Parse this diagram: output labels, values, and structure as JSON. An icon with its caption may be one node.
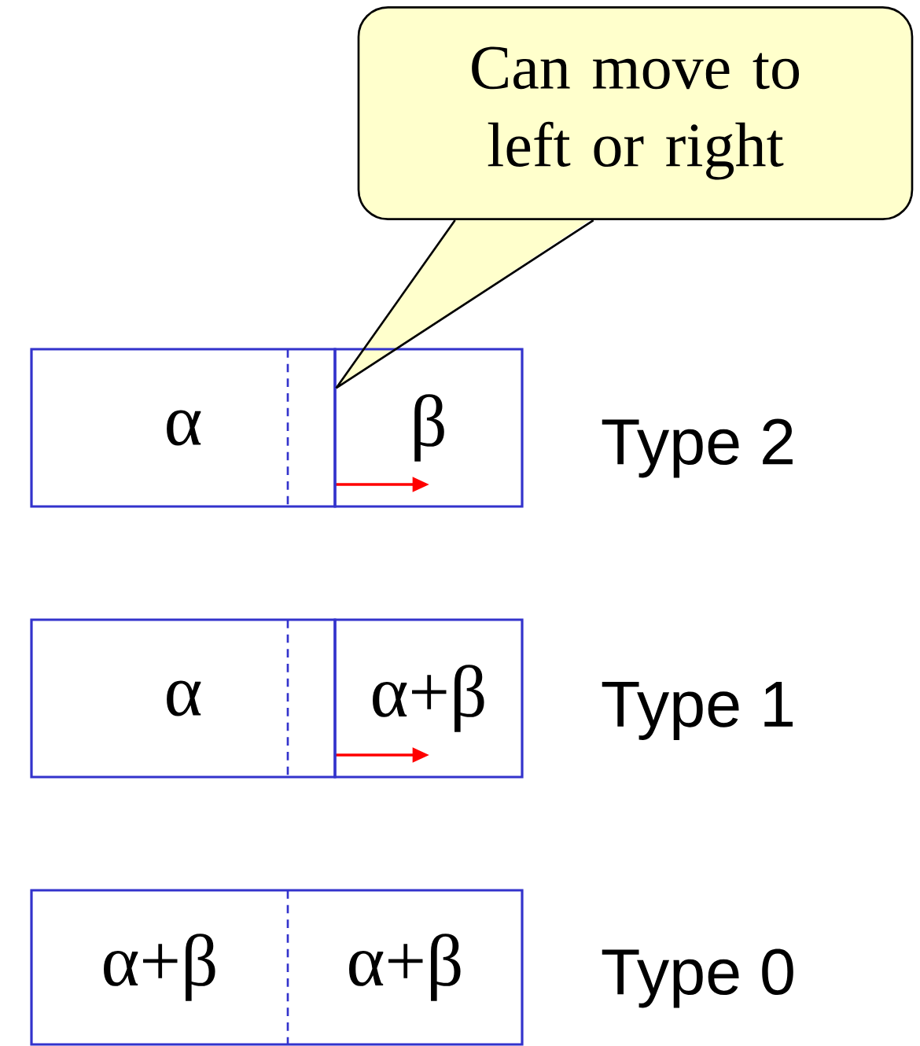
{
  "diagram": {
    "nodes": [
      {
        "text": [
          "Can move to left or right"
        ]
      },
      {
        "text": [
          "α"
        ]
      },
      {
        "text": [
          "β"
        ]
      },
      {
        "text": [
          "α"
        ]
      },
      {
        "text": [
          "α+β"
        ]
      },
      {
        "text": [
          "α+β"
        ]
      },
      {
        "text": [
          "α+β"
        ]
      }
    ],
    "edges": [
      {
        "from": 0,
        "to": 2,
        "arrow": "none"
      }
    ],
    "labels": [
      "Type 2",
      "Type 1",
      "Type 0"
    ]
  }
}
